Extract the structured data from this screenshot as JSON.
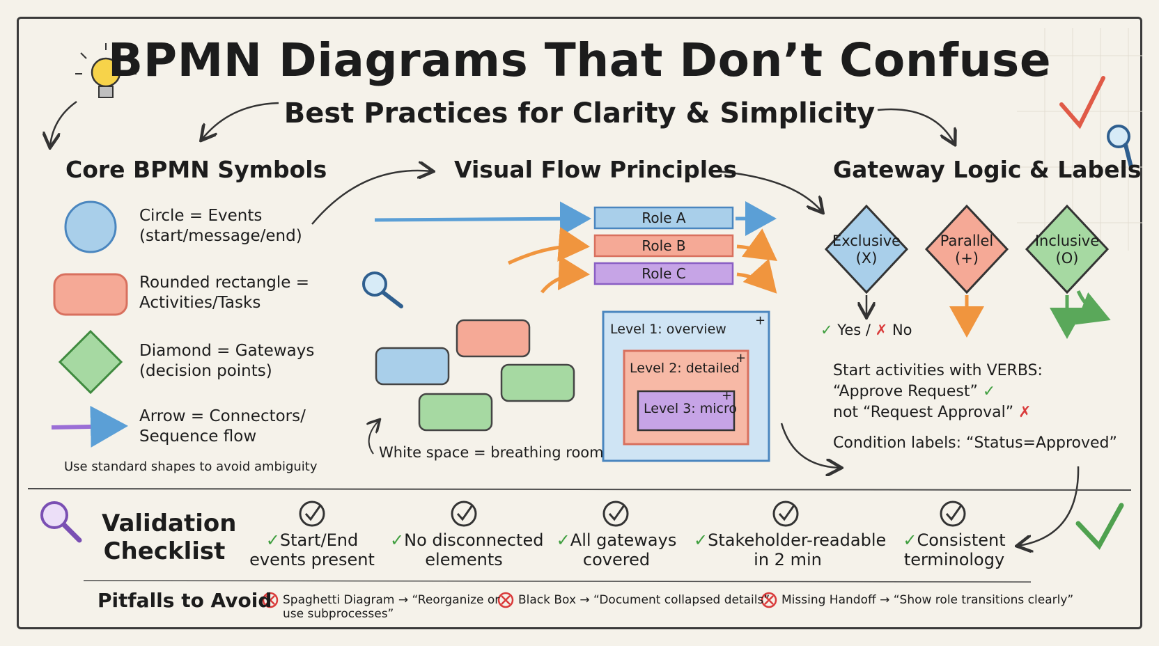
{
  "header": {
    "title": "BPMN Diagrams That Don’t Confuse",
    "subtitle": "Best Practices for Clarity & Simplicity"
  },
  "core_symbols": {
    "title": "Core BPMN Symbols",
    "items": [
      {
        "line1": "Circle = Events",
        "line2": "(start/message/end)"
      },
      {
        "line1": "Rounded rectangle =",
        "line2": "Activities/Tasks"
      },
      {
        "line1": "Diamond = Gateways",
        "line2": "(decision points)"
      },
      {
        "line1": "Arrow = Connectors/",
        "line2": "Sequence flow"
      }
    ],
    "note": "Use standard shapes to avoid ambiguity"
  },
  "visual_flow": {
    "title": "Visual Flow Principles",
    "lanes": [
      "Role A",
      "Role B",
      "Role C"
    ],
    "whitespace_label": "White space = breathing room",
    "levels": [
      "Level 1: overview",
      "Level 2: detailed",
      "Level 3: micro"
    ],
    "plus": "+"
  },
  "gateways": {
    "title": "Gateway Logic & Labels",
    "types": [
      {
        "name": "Exclusive",
        "symbol": "(X)"
      },
      {
        "name": "Parallel",
        "symbol": "(+)"
      },
      {
        "name": "Inclusive",
        "symbol": "(O)"
      }
    ],
    "yes_label": "Yes /",
    "no_label": "No",
    "verbs_line": "Start activities with VERBS:",
    "good_example": "“Approve Request”",
    "bad_example": "not “Request Approval”",
    "condition_line": "Condition labels: “Status=Approved”"
  },
  "validation": {
    "title_line1": "Validation",
    "title_line2": "Checklist",
    "items": [
      {
        "line1": "Start/End",
        "line2": "events present"
      },
      {
        "line1": "No disconnected",
        "line2": "elements"
      },
      {
        "line1": "All gateways",
        "line2": "covered"
      },
      {
        "line1": "Stakeholder-readable",
        "line2": "in 2 min"
      },
      {
        "line1": "Consistent",
        "line2": "terminology"
      }
    ]
  },
  "pitfalls": {
    "title": "Pitfalls to Avoid",
    "items": [
      {
        "line1": "Spaghetti Diagram → “Reorganize or",
        "line2": "use subprocesses”"
      },
      {
        "line1": "Black Box → “Document collapsed details”",
        "line2": ""
      },
      {
        "line1": "Missing Handoff → “Show role transitions clearly”",
        "line2": ""
      }
    ]
  },
  "glyphs": {
    "check": "✓",
    "cross": "✗"
  },
  "colors": {
    "blue": "#a9cfea",
    "red": "#f5a996",
    "green": "#a6d9a2",
    "purple": "#c6a4e6",
    "orange": "#f4a65a",
    "ink": "#2b2b2b"
  }
}
